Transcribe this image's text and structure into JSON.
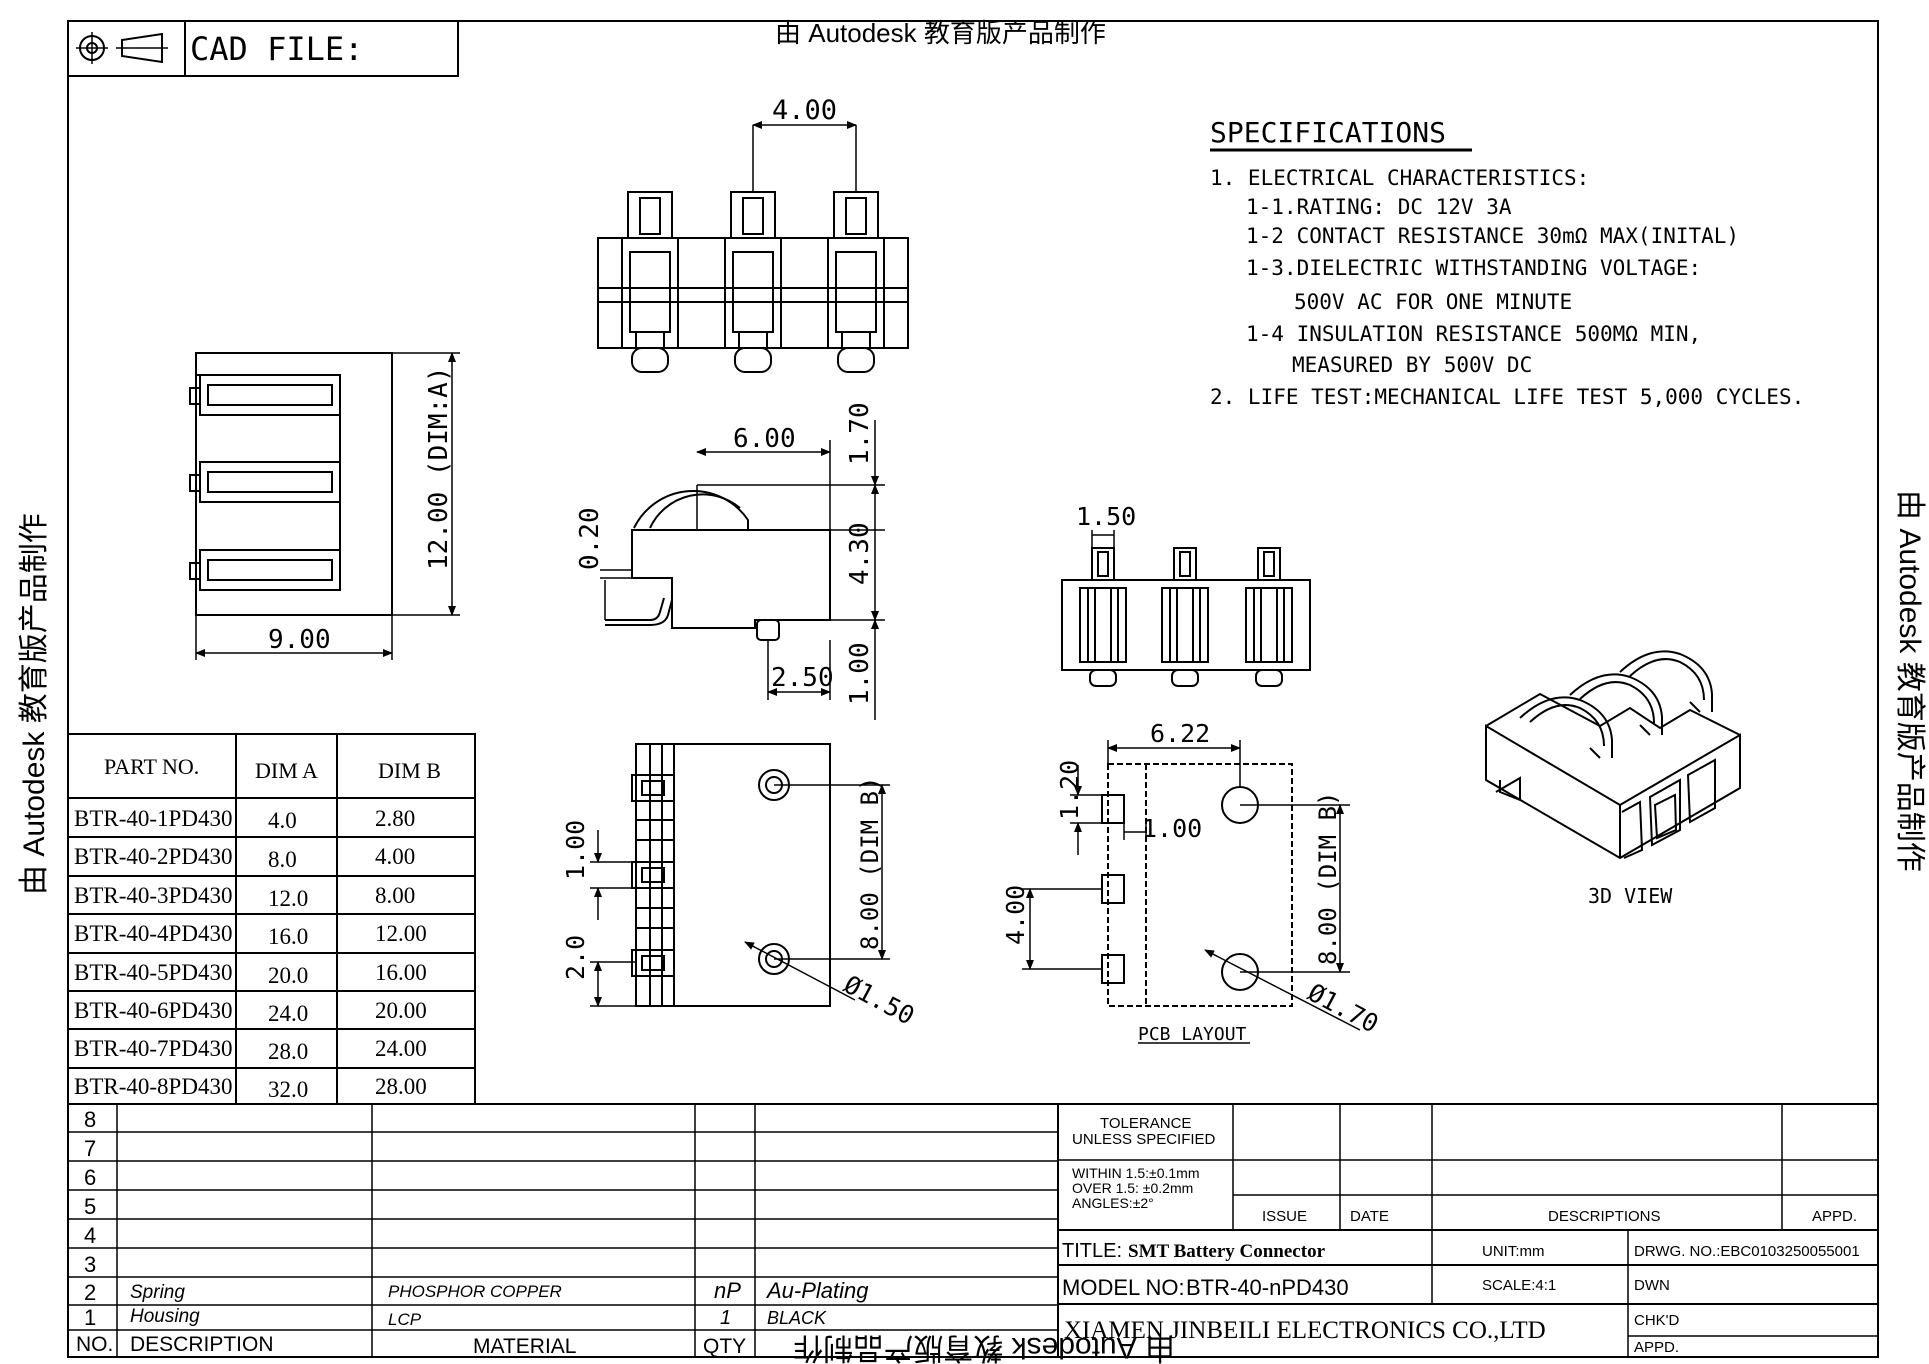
{
  "header": {
    "cad_label": "CAD FILE:",
    "watermark_top": "由 Autodesk 教育版产品制作",
    "watermark_left": "由 Autodesk 教育版产品制作",
    "watermark_right": "由 Autodesk 教育版产品制作",
    "watermark_bottom": "由 Autodesk 教育版产品制作"
  },
  "specs": {
    "heading": "SPECIFICATIONS",
    "lines": [
      "1. ELECTRICAL CHARACTERISTICS:",
      "1-1.RATING: DC 12V 3A",
      "1-2 CONTACT RESISTANCE  30mΩ  MAX(INITAL)",
      "1-3.DIELECTRIC WITHSTANDING VOLTAGE:",
      "500V AC FOR ONE MINUTE",
      "1-4 INSULATION RESISTANCE  500MΩ  MIN,",
      "MEASURED BY 500V DC",
      "2. LIFE TEST:MECHANICAL LIFE TEST 5,000 CYCLES."
    ]
  },
  "dims": {
    "top_pitch": "4.00",
    "dim_a": "12.00 (DIM:A)",
    "width_9": "9.00",
    "side_6": "6.00",
    "side_170": "1.70",
    "side_020": "0.20",
    "side_430": "4.30",
    "side_100": "1.00",
    "side_250": "2.50",
    "front_150": "1.50",
    "bottom_100": "1.00",
    "bottom_20": "2.0",
    "bottom_dimb": "8.00 (DIM B)",
    "bottom_dia": "Ø1.50",
    "pcb_622": "6.22",
    "pcb_120": "1.20",
    "pcb_100": "1.00",
    "pcb_400": "4.00",
    "pcb_dimb": "8.00 (DIM B)",
    "pcb_dia": "Ø1.70",
    "pcb_label": "PCB LAYOUT",
    "view3d_label": "3D VIEW"
  },
  "part_table": {
    "headers": [
      "PART NO.",
      "DIM A",
      "DIM B"
    ],
    "rows": [
      [
        "BTR-40-1PD430",
        "4.0",
        "2.80"
      ],
      [
        "BTR-40-2PD430",
        "8.0",
        "4.00"
      ],
      [
        "BTR-40-3PD430",
        "12.0",
        "8.00"
      ],
      [
        "BTR-40-4PD430",
        "16.0",
        "12.00"
      ],
      [
        "BTR-40-5PD430",
        "20.0",
        "16.00"
      ],
      [
        "BTR-40-6PD430",
        "24.0",
        "20.00"
      ],
      [
        "BTR-40-7PD430",
        "28.0",
        "24.00"
      ],
      [
        "BTR-40-8PD430",
        "32.0",
        "28.00"
      ]
    ]
  },
  "bom": {
    "row_numbers": [
      "8",
      "7",
      "6",
      "5",
      "4",
      "3",
      "2",
      "1"
    ],
    "row2": {
      "desc": "Spring",
      "material": "PHOSPHOR COPPER",
      "qty": "nP",
      "finish": "Au-Plating"
    },
    "row1": {
      "desc": "Housing",
      "material": "LCP",
      "qty": "1",
      "finish": "BLACK"
    },
    "footer": {
      "no": "NO.",
      "desc": "DESCRIPTION",
      "material": "MATERIAL",
      "qty": "QTY"
    }
  },
  "title_block": {
    "tolerance_title": "TOLERANCE",
    "tolerance_sub": "UNLESS SPECIFIED",
    "tol_line1": "WITHIN 1.5:±0.1mm",
    "tol_line2": "OVER 1.5:  ±0.2mm",
    "tol_line3": "ANGLES:±2°",
    "issue": "ISSUE",
    "date": "DATE",
    "descriptions": "DESCRIPTIONS",
    "appd": "APPD.",
    "title_label": "TITLE:",
    "title_value": "SMT Battery Connector",
    "unit": "UNIT:mm",
    "drwg_no": "DRWG. NO.:EBC0103250055001",
    "model_label": "MODEL NO:",
    "model_value": "BTR-40-nPD430",
    "scale": "SCALE:4:1",
    "dwn": "DWN",
    "chkd": "CHK'D",
    "appd2": "APPD.",
    "company": "XIAMEN JINBEILI ELECTRONICS CO.,LTD"
  }
}
